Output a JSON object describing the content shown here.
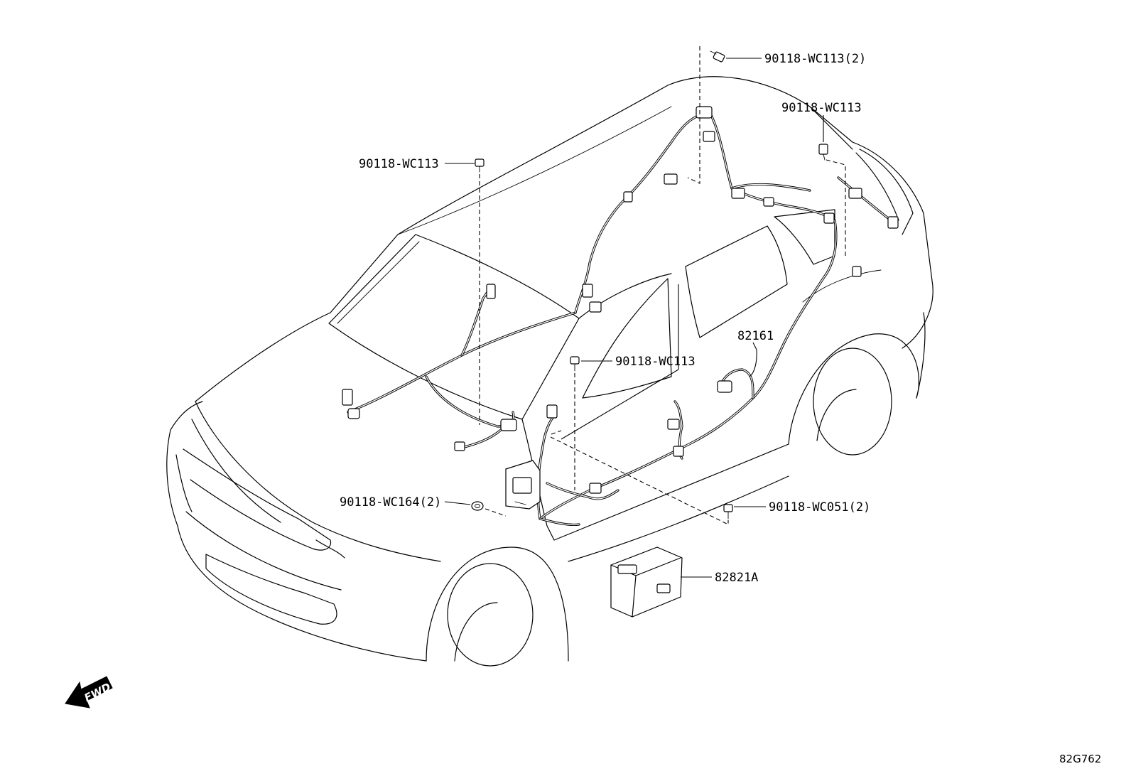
{
  "callouts": [
    {
      "id": "bolt-roof-rear",
      "text": "90118-WC113(2)"
    },
    {
      "id": "bolt-rear-hatch",
      "text": "90118-WC113"
    },
    {
      "id": "bolt-windshield",
      "text": "90118-WC113"
    },
    {
      "id": "bolt-center",
      "text": "90118-WC113"
    },
    {
      "id": "harness-floor",
      "text": "82161"
    },
    {
      "id": "clip-front",
      "text": "90118-WC164(2)"
    },
    {
      "id": "bolt-rocker",
      "text": "90118-WC051(2)"
    },
    {
      "id": "junction-block",
      "text": "82821A"
    }
  ],
  "fwd_label": "FWD",
  "diagram_code": "82G762"
}
